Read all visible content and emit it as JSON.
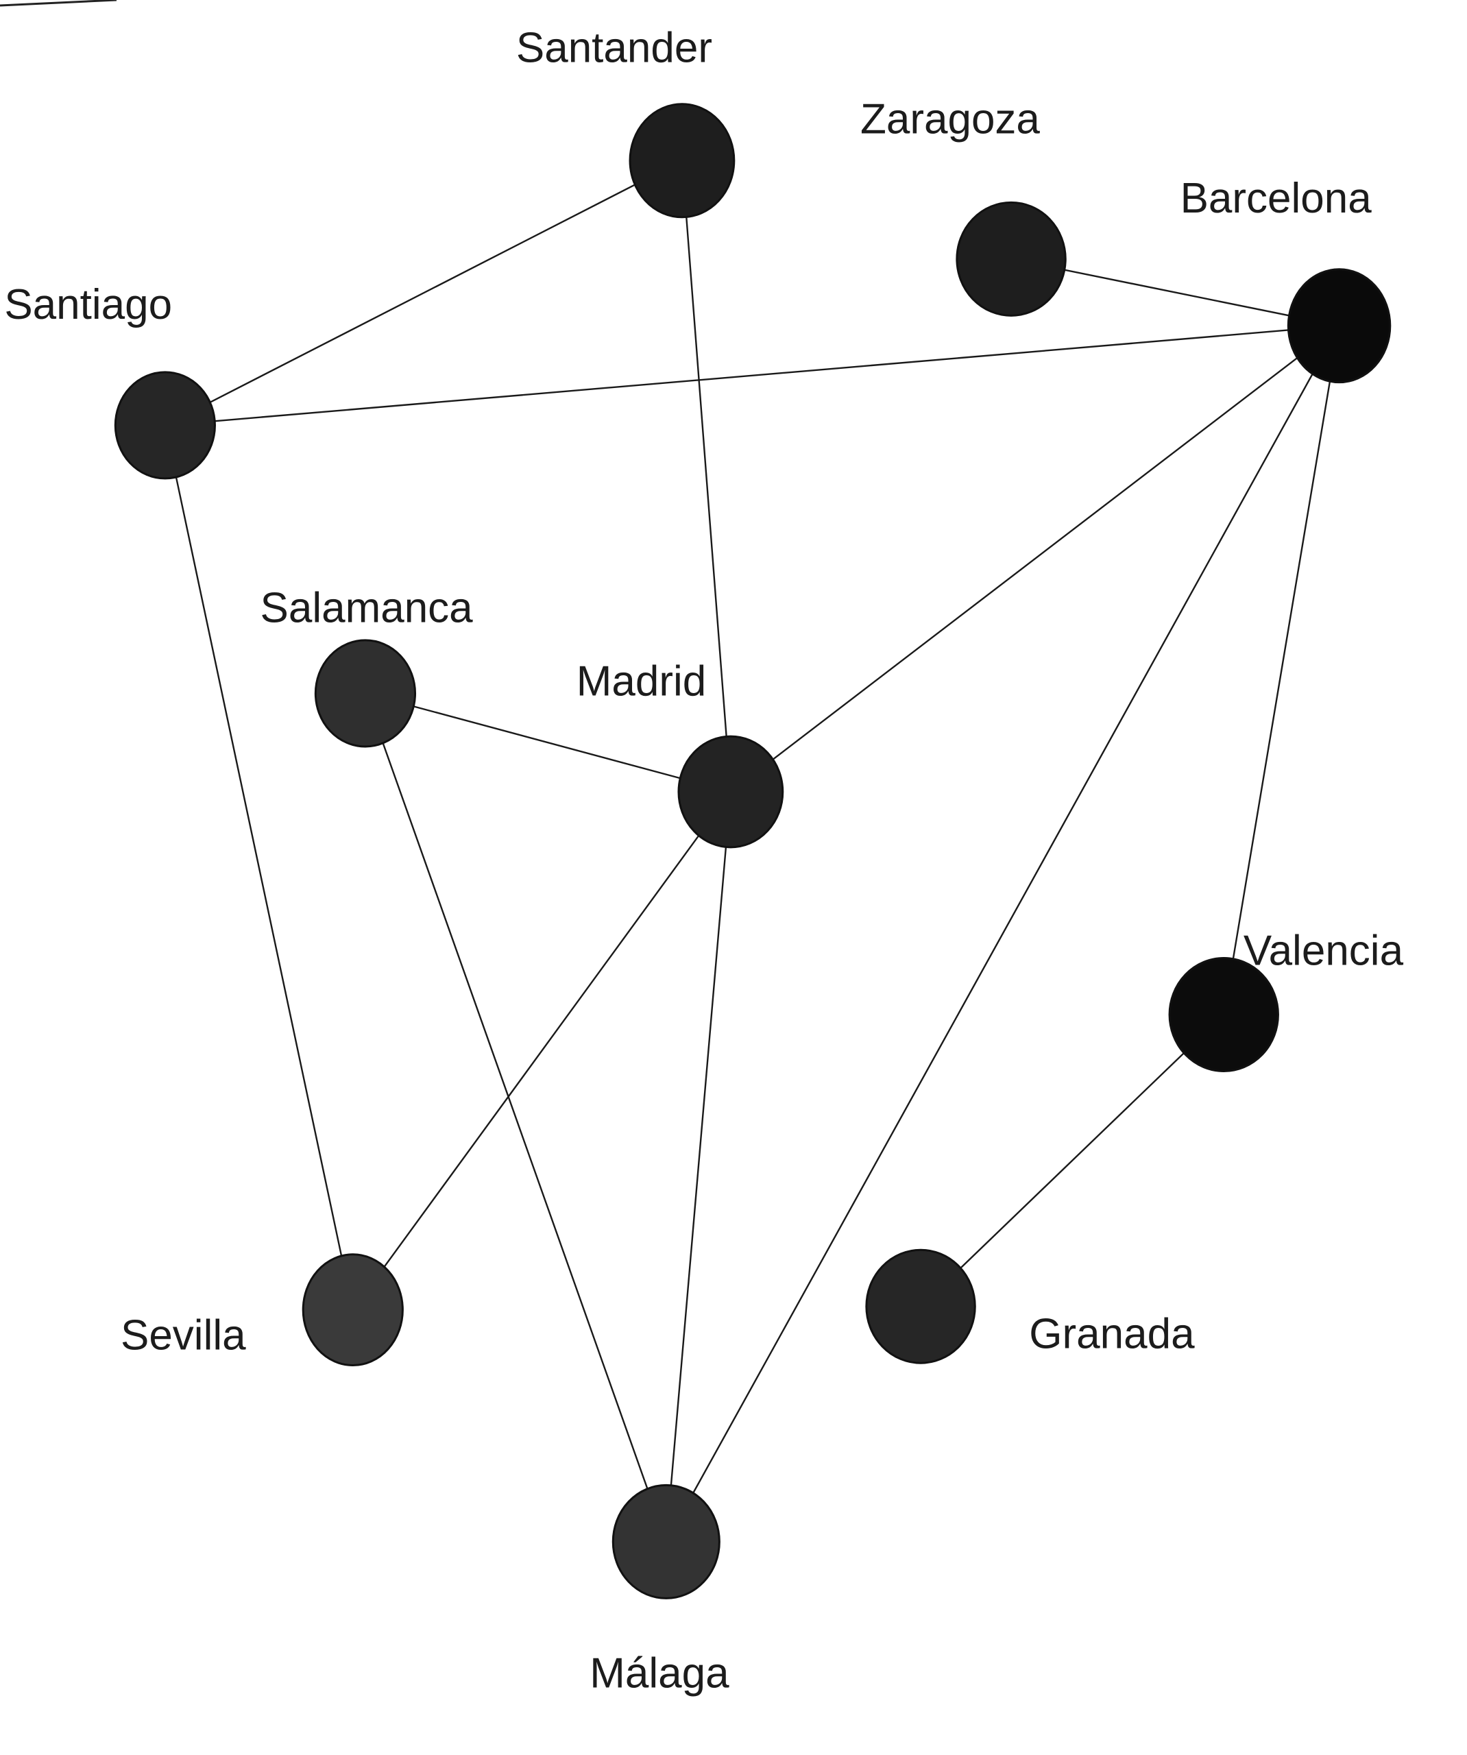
{
  "graph": {
    "nodes": [
      {
        "id": "santander",
        "label": "Santander",
        "color": "#1e1e1e"
      },
      {
        "id": "zaragoza",
        "label": "Zaragoza",
        "color": "#1e1e1e"
      },
      {
        "id": "barcelona",
        "label": "Barcelona",
        "color": "#0a0a0a"
      },
      {
        "id": "santiago",
        "label": "Santiago",
        "color": "#262626"
      },
      {
        "id": "salamanca",
        "label": "Salamanca",
        "color": "#2f2f2f"
      },
      {
        "id": "madrid",
        "label": "Madrid",
        "color": "#232323"
      },
      {
        "id": "valencia",
        "label": "Valencia",
        "color": "#0c0c0c"
      },
      {
        "id": "sevilla",
        "label": "Sevilla",
        "color": "#3a3a3a"
      },
      {
        "id": "granada",
        "label": "Granada",
        "color": "#262626"
      },
      {
        "id": "malaga",
        "label": "Málaga",
        "color": "#333333"
      }
    ],
    "edges": [
      [
        "santiago",
        "santander"
      ],
      [
        "santiago",
        "barcelona"
      ],
      [
        "santiago",
        "sevilla"
      ],
      [
        "santander",
        "madrid"
      ],
      [
        "zaragoza",
        "barcelona"
      ],
      [
        "barcelona",
        "madrid"
      ],
      [
        "barcelona",
        "malaga"
      ],
      [
        "barcelona",
        "valencia"
      ],
      [
        "salamanca",
        "madrid"
      ],
      [
        "salamanca",
        "malaga"
      ],
      [
        "madrid",
        "sevilla"
      ],
      [
        "madrid",
        "malaga"
      ],
      [
        "valencia",
        "granada"
      ]
    ]
  }
}
